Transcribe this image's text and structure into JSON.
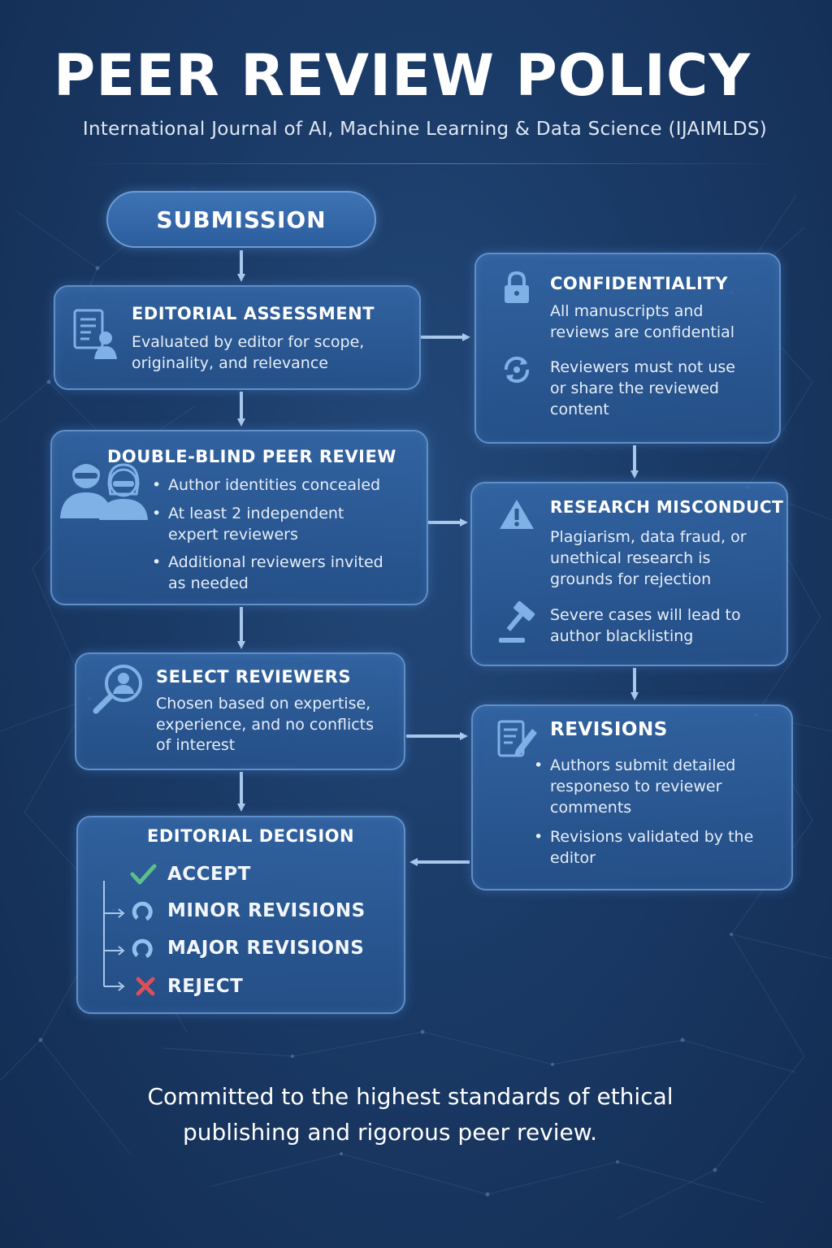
{
  "header": {
    "title": "PEER REVIEW POLICY",
    "subtitle": "International Journal of AI, Machine Learning & Data Science (IJAIMLDS)"
  },
  "submission": {
    "label": "SUBMISSION"
  },
  "editorial_assessment": {
    "title": "EDITORIAL ASSESSMENT",
    "text_1": "Evaluated by editor for scope,",
    "text_2": "originality, and relevance"
  },
  "double_blind": {
    "title": "DOUBLE-BLIND PEER REVIEW",
    "b1": "Author identities concealed",
    "b2_1": "At least 2 independent",
    "b2_2": "expert reviewers",
    "b3_1": "Additional reviewers invited",
    "b3_2": "as needed"
  },
  "select_reviewers": {
    "title": "SELECT REVIEWERS",
    "text_1": "Chosen based on expertise,",
    "text_2": "experience, and no conflicts",
    "text_3": "of interest"
  },
  "editorial_decision": {
    "title": "EDITORIAL DECISION",
    "options": [
      "ACCEPT",
      "MINOR REVISIONS",
      "MAJOR REVISIONS",
      "REJECT"
    ]
  },
  "confidentiality": {
    "title": "CONFIDENTIALITY",
    "p1_1": "All manuscripts and",
    "p1_2": "reviews are confidential",
    "p2_1": "Reviewers must not use",
    "p2_2": "or share the reviewed",
    "p2_3": "content"
  },
  "misconduct": {
    "title": "RESEARCH MISCONDUCT",
    "p1_1": "Plagiarism, data fraud, or",
    "p1_2": "unethical research is",
    "p1_3": "grounds for rejection",
    "p2_1": "Severe cases will lead to",
    "p2_2": "author blacklisting"
  },
  "revisions": {
    "title": "REVISIONS",
    "b1_1": "Authors submit detailed",
    "b1_2": "responeso to reviewer",
    "b1_3": "comments",
    "b2_1": "Revisions validated by the",
    "b2_2": "editor"
  },
  "footer": {
    "line_1": "Committed to the highest standards of ethical",
    "line_2": "publishing and rigorous peer review."
  },
  "colors": {
    "accent": "#5e8fc8",
    "check": "#5cc08a",
    "reject": "#d9505a",
    "arrow": "#a9c8ec"
  }
}
